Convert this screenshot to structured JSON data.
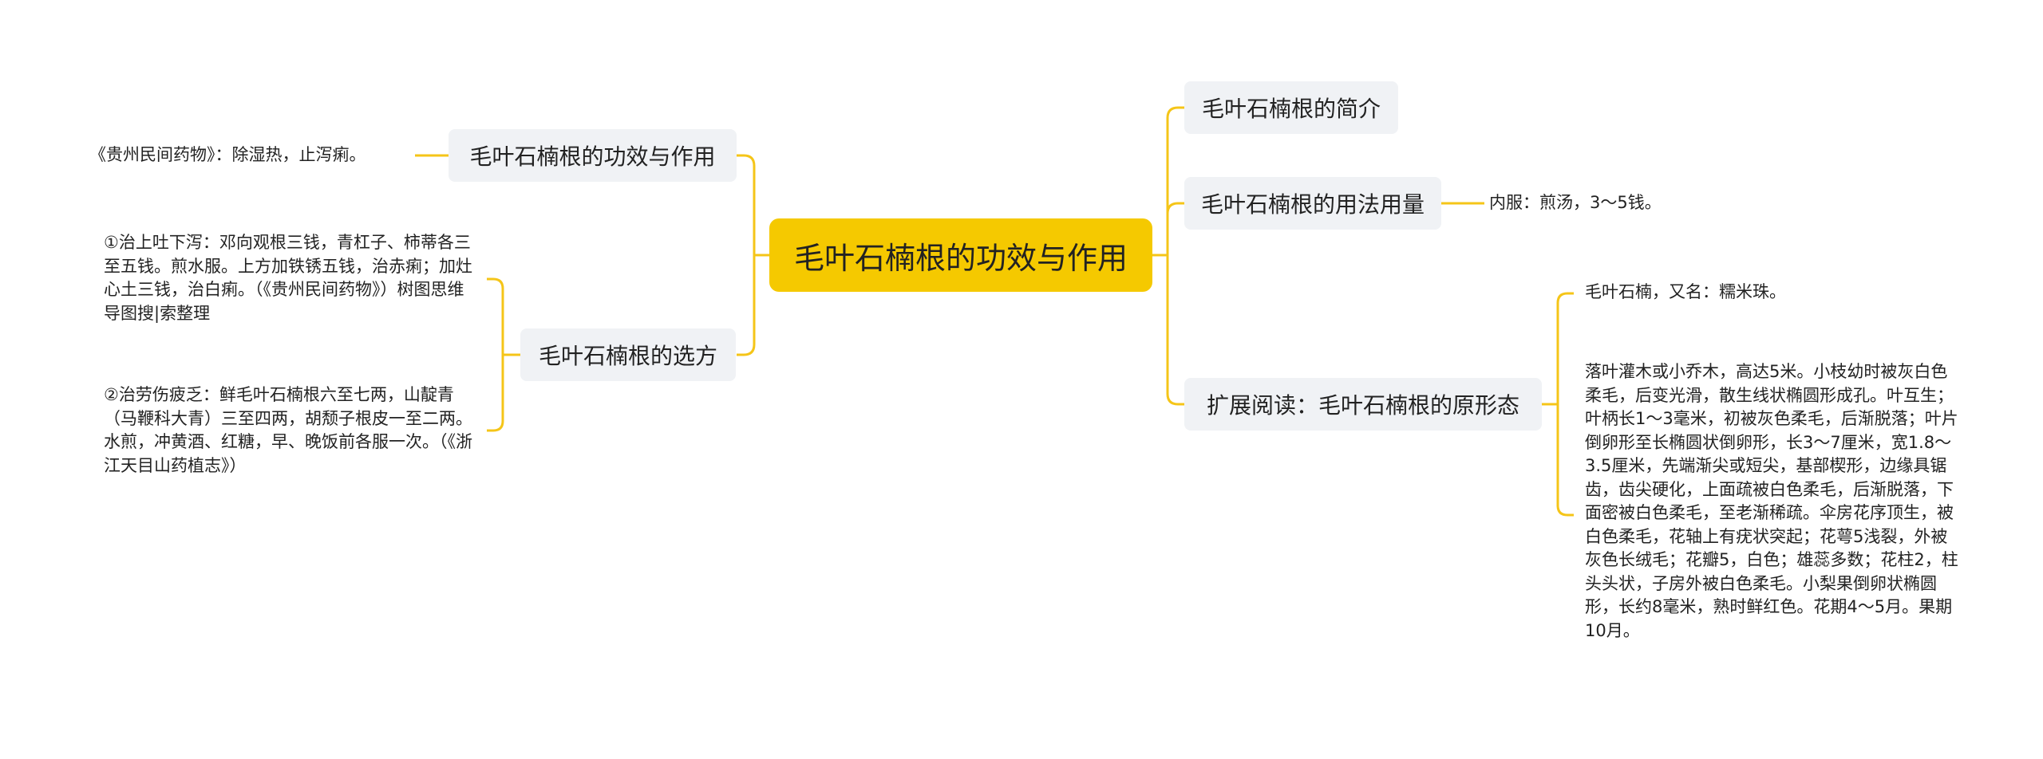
{
  "root": {
    "label": "毛叶石楠根的功效与作用"
  },
  "left": {
    "effects": {
      "label": "毛叶石楠根的功效与作用",
      "note": "《贵州民间药物》：除湿热，止泻痢。"
    },
    "recipes": {
      "label": "毛叶石楠根的选方",
      "items": [
        "①治上吐下泻：邓向观根三钱，青杠子、柿蒂各三至五钱。煎水服。上方加铁锈五钱，治赤痢；加灶心土三钱，治白痢。（《贵州民间药物》）树图思维导图搜|索整理",
        "②治劳伤疲乏：鲜毛叶石楠根六至七两，山靛青（马鞭科大青）三至四两，胡颓子根皮一至二两。水煎，冲黄酒、红糖，早、晚饭前各服一次。（《浙江天目山药植志》）"
      ]
    }
  },
  "right": {
    "intro": {
      "label": "毛叶石楠根的简介"
    },
    "usage": {
      "label": "毛叶石楠根的用法用量",
      "note": "内服：煎汤，3～5钱。"
    },
    "reading": {
      "label": "扩展阅读：毛叶石楠根的原形态",
      "items": [
        "毛叶石楠，又名：糯米珠。",
        "落叶灌木或小乔木，高达5米。小枝幼时被灰白色柔毛，后变光滑，散生线状椭圆形成孔。叶互生；叶柄长1～3毫米，初被灰色柔毛，后渐脱落；叶片倒卵形至长椭圆状倒卵形，长3～7厘米，宽1.8～3.5厘米，先端渐尖或短尖，基部楔形，边缘具锯齿，齿尖硬化，上面疏被白色柔毛，后渐脱落，下面密被白色柔毛，至老渐稀疏。伞房花序顶生，被白色柔毛，花轴上有疣状突起；花萼5浅裂，外被灰色长绒毛；花瓣5，白色；雄蕊多数；花柱2，柱头头状，子房外被白色柔毛。小梨果倒卵状椭圆形，长约8毫米，熟时鲜红色。花期4～5月。果期10月。"
      ]
    }
  },
  "colors": {
    "accent": "#f5c900",
    "link": "#f5c518",
    "topic_bg": "#f0f2f5"
  }
}
